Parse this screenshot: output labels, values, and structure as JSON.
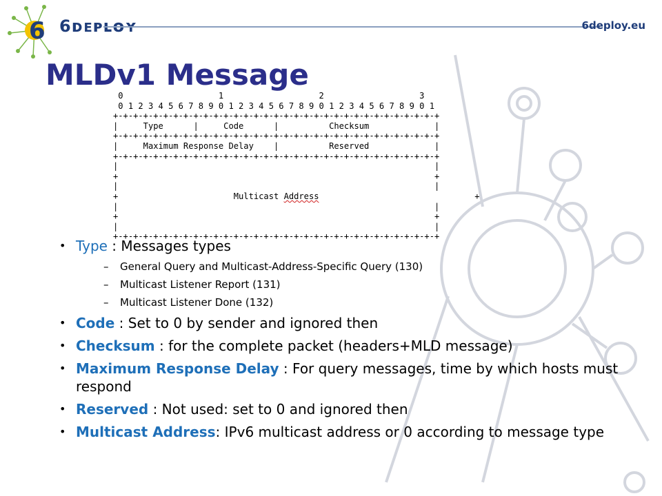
{
  "header": {
    "logo_text": "6ᴅᴇᴘʟᴏʏ",
    "site_url": "6deploy.eu"
  },
  "title": "MLDv1 Message",
  "diagram": {
    "ruler_tens": " 0                   1                   2                   3",
    "ruler_units": " 0 1 2 3 4 5 6 7 8 9 0 1 2 3 4 5 6 7 8 9 0 1 2 3 4 5 6 7 8 9 0 1",
    "border": "+-+-+-+-+-+-+-+-+-+-+-+-+-+-+-+-+-+-+-+-+-+-+-+-+-+-+-+-+-+-+-+-+",
    "row1": "|     Type      |     Code      |          Checksum             |",
    "row2": "|     Maximum Response Delay    |          Reserved             |",
    "pipe_row": "|                                                               |",
    "plus_row": "+                                                               +",
    "multicast_prefix": "+                       Multicast ",
    "multicast_word": "Address",
    "multicast_suffix": "                               +"
  },
  "bullets": {
    "type_term": "Type",
    "type_text": " : Messages types",
    "sub1": "General Query and Multicast-Address-Specific Query (130)",
    "sub2": "Multicast Listener Report (131)",
    "sub3": "Multicast Listener Done (132)",
    "code_term": "Code",
    "code_text": " : Set to 0 by sender and ignored then",
    "checksum_term": "Checksum",
    "checksum_text": " : for the complete packet (headers+MLD message)",
    "mrd_term": "Maximum Response Delay",
    "mrd_text": " : For query messages, time by which hosts must respond",
    "reserved_term": "Reserved",
    "reserved_text": " : Not used: set to 0 and ignored then",
    "mcast_term": "Multicast Address",
    "mcast_text": ": IPv6 multicast address or 0 according to message type"
  },
  "colors": {
    "title": "#2b2e8a",
    "term": "#1e6fb8",
    "brand": "#1f3d7a",
    "decoration": "#c7cbd6"
  }
}
